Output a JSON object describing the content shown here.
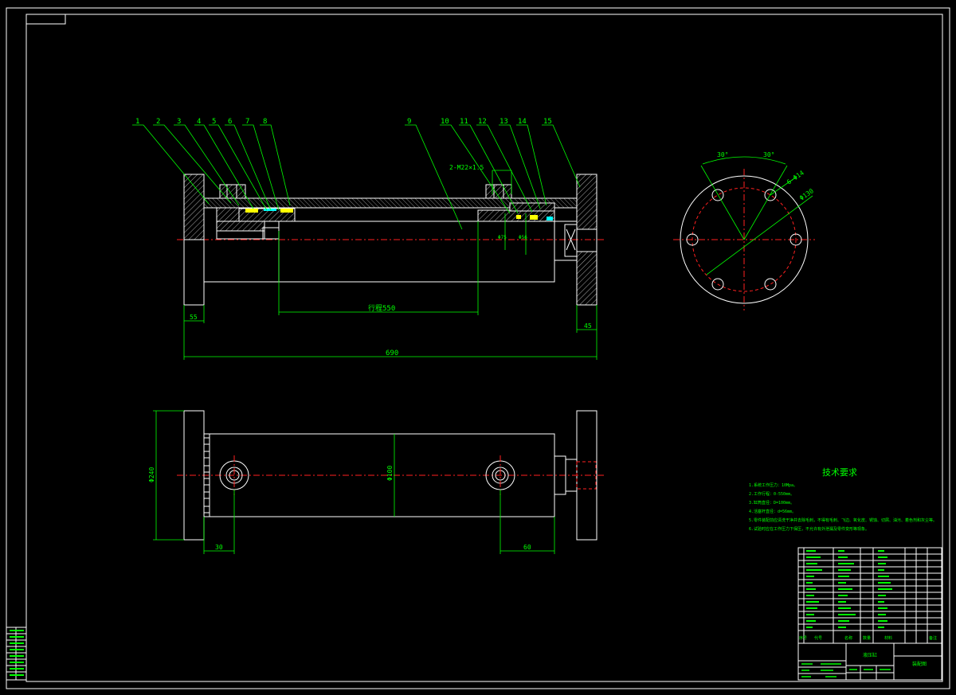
{
  "part_numbers": [
    "1",
    "2",
    "3",
    "4",
    "5",
    "6",
    "7",
    "8",
    "9",
    "10",
    "11",
    "12",
    "13",
    "14",
    "15"
  ],
  "dimensions": {
    "stroke": "行程550",
    "overall_length": "690",
    "left_flange_width": "55",
    "right_flange_width": "45",
    "thread_callout": "2-M22×1.5",
    "bolt_circle": "Φ130",
    "holes": "6-Φ14",
    "angle_left": "30°",
    "angle_right": "30°",
    "flange_diameter": "Φ240",
    "body_diameter": "Φ100",
    "port_offset_left": "30",
    "port_offset_right": "60",
    "rod_diameter_a": "Φ75",
    "rod_diameter_b": "Φ56"
  },
  "technical_requirements": {
    "title": "技术要求",
    "items": [
      "1.系统工作压力：10Mpa。",
      "2.工作行程：0-550mm。",
      "3.缸筒直径：D=100mm。",
      "4.活塞杆直径：d=56mm。",
      "5.零件装配前应清洗干净并去除毛刺，不得有毛刺、飞边、氧化皮、锈蚀、切屑、油污、着色剂和灰尘等。",
      "6.试验时应在工作压力下保压，不允许有外泄漏及零件变形等现象。"
    ]
  },
  "title_block": {
    "drawing_name": "液压缸",
    "school": "装配图",
    "header_labels": [
      "序号",
      "代号",
      "名称",
      "数量",
      "材料",
      "备注"
    ]
  },
  "colors": {
    "background": "#000000",
    "outline": "#ffffff",
    "dimension": "#00ff00",
    "centerline": "#ff2020",
    "seal": "#ffff00",
    "accent": "#00ffff"
  }
}
